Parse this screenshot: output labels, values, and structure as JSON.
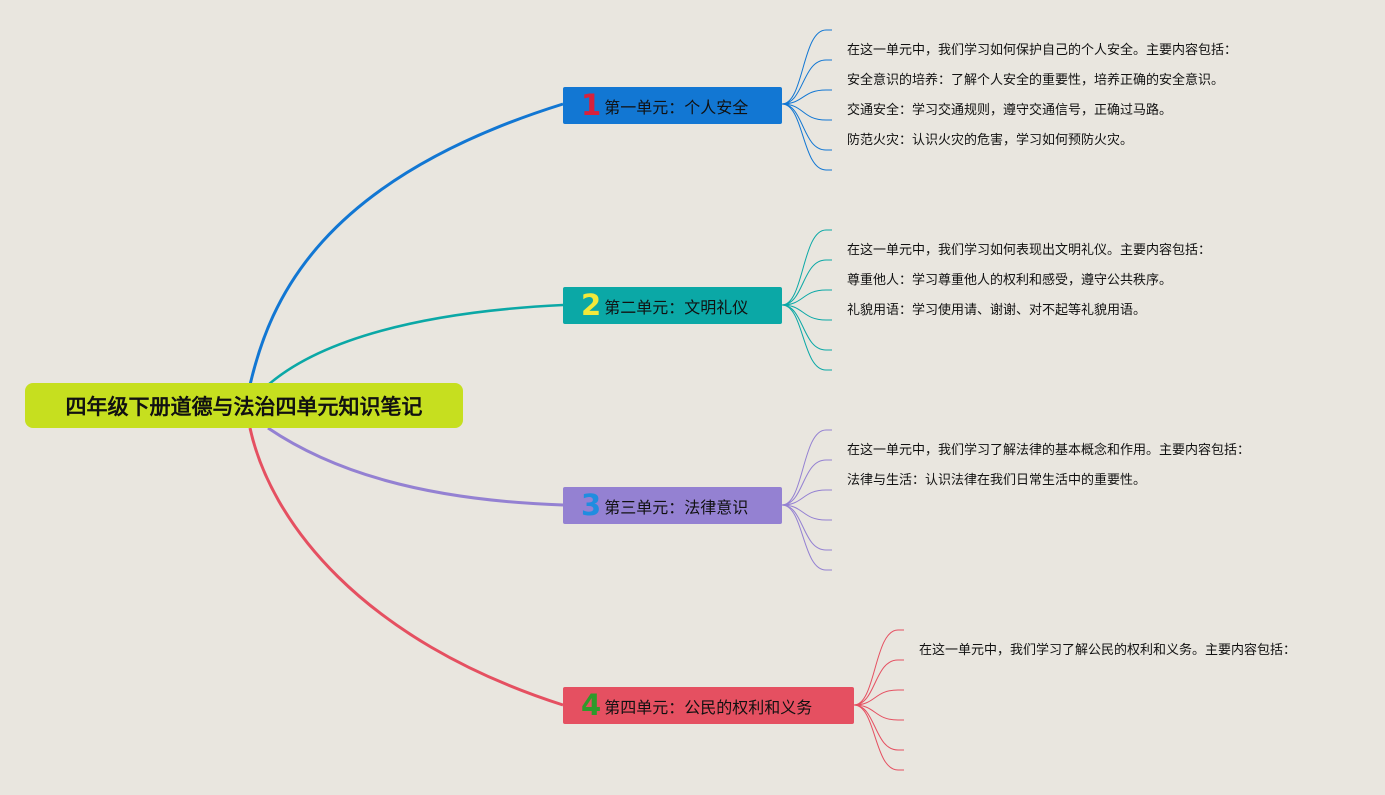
{
  "root": {
    "title": "四年级下册道德与法治四单元知识笔记"
  },
  "units": [
    {
      "number": "1",
      "title": "第一单元：个人安全",
      "color": "#1277d3",
      "number_color": "#d8213c",
      "notes": [
        "在这一单元中，我们学习如何保护自己的个人安全。主要内容包括：",
        "安全意识的培养：了解个人安全的重要性，培养正确的安全意识。",
        "交通安全：学习交通规则，遵守交通信号，正确过马路。",
        "防范火灾：认识火灾的危害，学习如何预防火灾。"
      ]
    },
    {
      "number": "2",
      "title": "第二单元：文明礼仪",
      "color": "#0ba8a6",
      "number_color": "#f2e93a",
      "notes": [
        "在这一单元中，我们学习如何表现出文明礼仪。主要内容包括：",
        "尊重他人：学习尊重他人的权利和感受，遵守公共秩序。",
        "礼貌用语：学习使用请、谢谢、对不起等礼貌用语。"
      ]
    },
    {
      "number": "3",
      "title": "第三单元：法律意识",
      "color": "#9481d2",
      "number_color": "#1f8de0",
      "notes": [
        "在这一单元中，我们学习了解法律的基本概念和作用。主要内容包括：",
        "法律与生活：认识法律在我们日常生活中的重要性。"
      ]
    },
    {
      "number": "4",
      "title": "第四单元：公民的权利和义务",
      "color": "#e55061",
      "number_color": "#2e9a2b",
      "notes": [
        "在这一单元中，我们学习了解公民的权利和义务。主要内容包括："
      ]
    }
  ]
}
